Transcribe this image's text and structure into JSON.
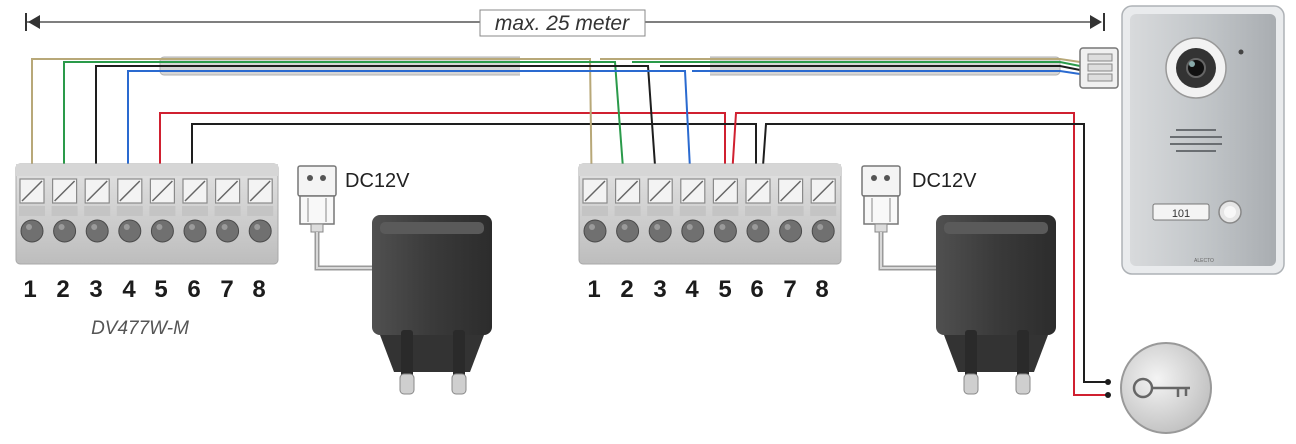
{
  "diagram": {
    "distance_label": "max. 25 meter",
    "model_label": "DV477W-M",
    "power_label_left": "DC12V",
    "power_label_right": "DC12V",
    "terminal_numbers": [
      "1",
      "2",
      "3",
      "4",
      "5",
      "6",
      "7",
      "8"
    ],
    "apartment_number": "101",
    "door_station_brand": "ALECTO"
  },
  "colors": {
    "wire_1": "#b8a878",
    "wire_2": "#2a9a4a",
    "wire_3": "#1e1e1e",
    "wire_4": "#2a6ad0",
    "wire_5": "#d02030",
    "wire_6": "#1e1e1e",
    "cable_gray": "#c8c8c8",
    "terminal_block": "#cfcfcf",
    "adapter": "#3d3d3d",
    "door_station": "#bfc3c6"
  }
}
